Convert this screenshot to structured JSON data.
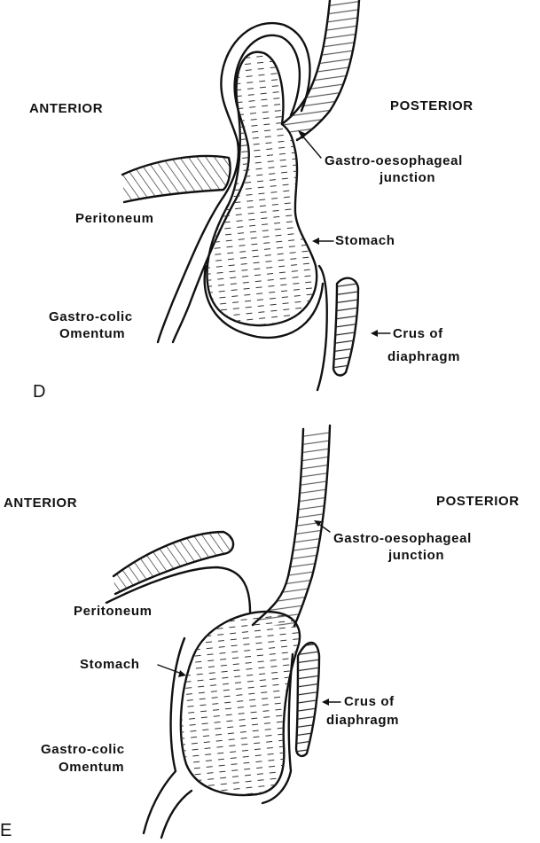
{
  "panel_d": {
    "letter": "D",
    "anterior": "ANTERIOR",
    "posterior": "POSTERIOR",
    "gastro_oesophageal": [
      "Gastro-oesophageal",
      "junction"
    ],
    "peritoneum": "Peritoneum",
    "stomach": "Stomach",
    "gastro_colic": [
      "Gastro-colic",
      "Omentum"
    ],
    "crus": [
      "Crus of",
      "diaphragm"
    ]
  },
  "panel_e": {
    "letter": "E",
    "anterior": "ANTERIOR",
    "posterior": "POSTERIOR",
    "gastro_oesophageal": [
      "Gastro-oesophageal",
      "junction"
    ],
    "peritoneum": "Peritoneum",
    "stomach": "Stomach",
    "gastro_colic": [
      "Gastro-colic",
      "Omentum"
    ],
    "crus": [
      "Crus of",
      "diaphragm"
    ]
  }
}
